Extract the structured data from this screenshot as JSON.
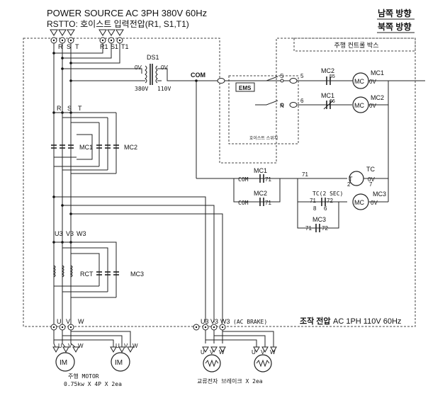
{
  "header": {
    "line1": "POWER SOURCE AC 3PH 380V 60Hz",
    "line2": "RSTTO: 호이스트  입력전압(R1, S1,T1)",
    "dir_south": "남쪽 방향",
    "dir_north": "북쪽 방향"
  },
  "terminals": {
    "R": "R",
    "S": "S",
    "T": "T",
    "R1": "R1",
    "S1": "S1",
    "T1": "T1",
    "U3": "U3",
    "V3": "V3",
    "W3": "W3",
    "U": "U",
    "V": "V",
    "W": "W"
  },
  "components": {
    "ds1": "DS1",
    "v0_left": "0V",
    "v0_right": "0V",
    "v380": "380V",
    "v110": "110V",
    "com": "COM",
    "ems": "EMS",
    "s": "S",
    "n": "N",
    "w5": "5",
    "w6": "6",
    "mc1": "MC1",
    "mc2": "MC2",
    "mc3": "MC3",
    "mc": "MC",
    "c55": "55",
    "c66": "66",
    "tc": "TC",
    "t": "T",
    "w71": "71",
    "w72": "72",
    "w2": "2",
    "w7": "7",
    "w8": "8",
    "w6b": "6",
    "tc2sec": "TC(2 SEC)",
    "rct": "RCT",
    "ac_brake": "(AC BRAKE)",
    "im": "IM"
  },
  "boxes": {
    "control_box": "주행 컨트롤 박스",
    "hoist_switch": "호이스트 스위치",
    "control_voltage_bold": "조작 전압",
    "control_voltage_rest": "AC 1PH 110V 60Hz"
  },
  "captions": {
    "motor_line1": "주행 MOTOR",
    "motor_line2": "0.75kw X 4P X 2ea",
    "brake": "교류전자 브레이크 X 2ea"
  }
}
